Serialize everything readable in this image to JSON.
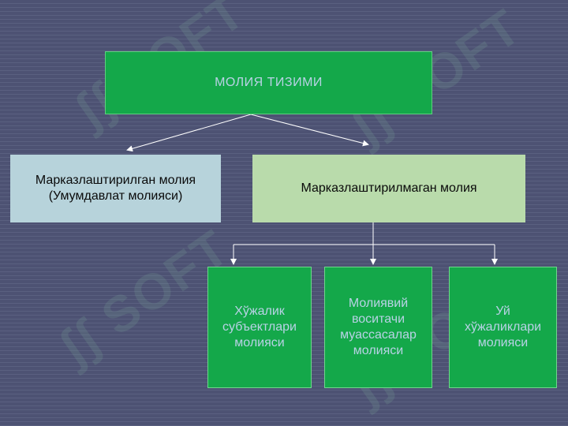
{
  "watermark": {
    "text": "SOFT",
    "glyph": "ʃʃ"
  },
  "diagram": {
    "root": {
      "label": "МОЛИЯ ТИЗИМИ"
    },
    "centralized": {
      "line1": "Марказлаштирилган молия",
      "line2": "(Умумдавлат молияси)"
    },
    "decentralized": {
      "label": "Марказлаштирилмаган молия"
    },
    "children": [
      {
        "lines": [
          "Хўжалик",
          "субъектлари",
          "молияси"
        ]
      },
      {
        "lines": [
          "Молиявий",
          "воситачи",
          "муассасалар",
          "молияси"
        ]
      },
      {
        "lines": [
          "Уй",
          "хўжаликлари",
          "молияси"
        ]
      }
    ]
  },
  "colors": {
    "background": "#4d5273",
    "green_box": "#14a84a",
    "light_blue_box": "#b7d3db",
    "light_green_box": "#b9dbab",
    "box_text_light": "#b9d2e6",
    "connector": "#ffffff"
  }
}
